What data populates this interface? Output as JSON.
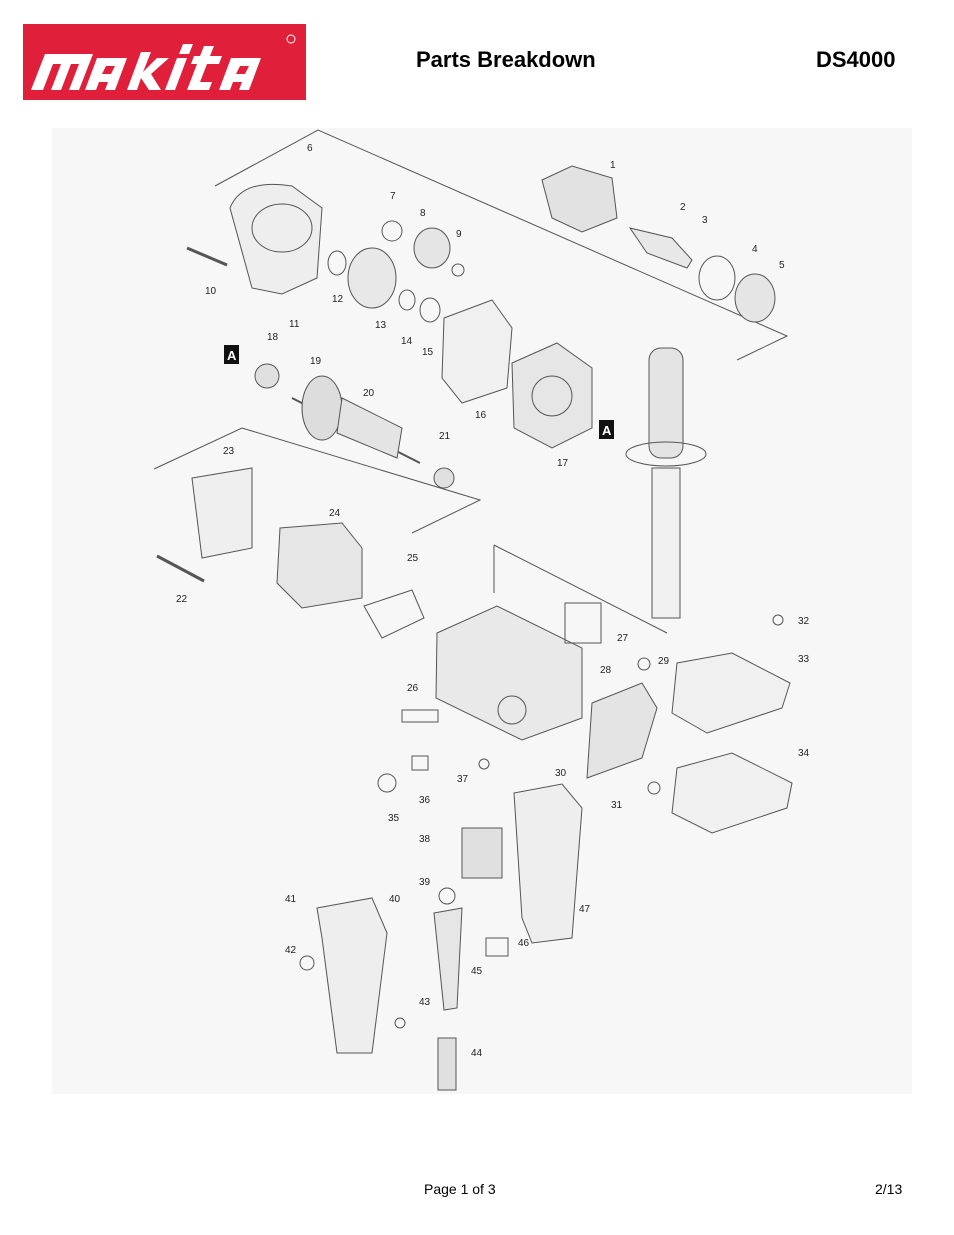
{
  "header": {
    "brand": "makita",
    "brand_color": "#e0203a",
    "title": "Parts Breakdown",
    "model": "DS4000"
  },
  "diagram": {
    "part_numbers": [
      "1",
      "2",
      "3",
      "4",
      "5",
      "6",
      "7",
      "8",
      "9",
      "10",
      "11",
      "12",
      "13",
      "14",
      "15",
      "16",
      "17",
      "18",
      "19",
      "20",
      "21",
      "22",
      "23",
      "24",
      "25",
      "26",
      "27",
      "28",
      "29",
      "30",
      "31",
      "32",
      "33",
      "34",
      "35",
      "36",
      "37",
      "38",
      "39",
      "40",
      "41",
      "42",
      "43",
      "44",
      "45",
      "46",
      "47"
    ],
    "marker": "A"
  },
  "footer": {
    "page": "Page 1 of 3",
    "date": "2/13"
  }
}
